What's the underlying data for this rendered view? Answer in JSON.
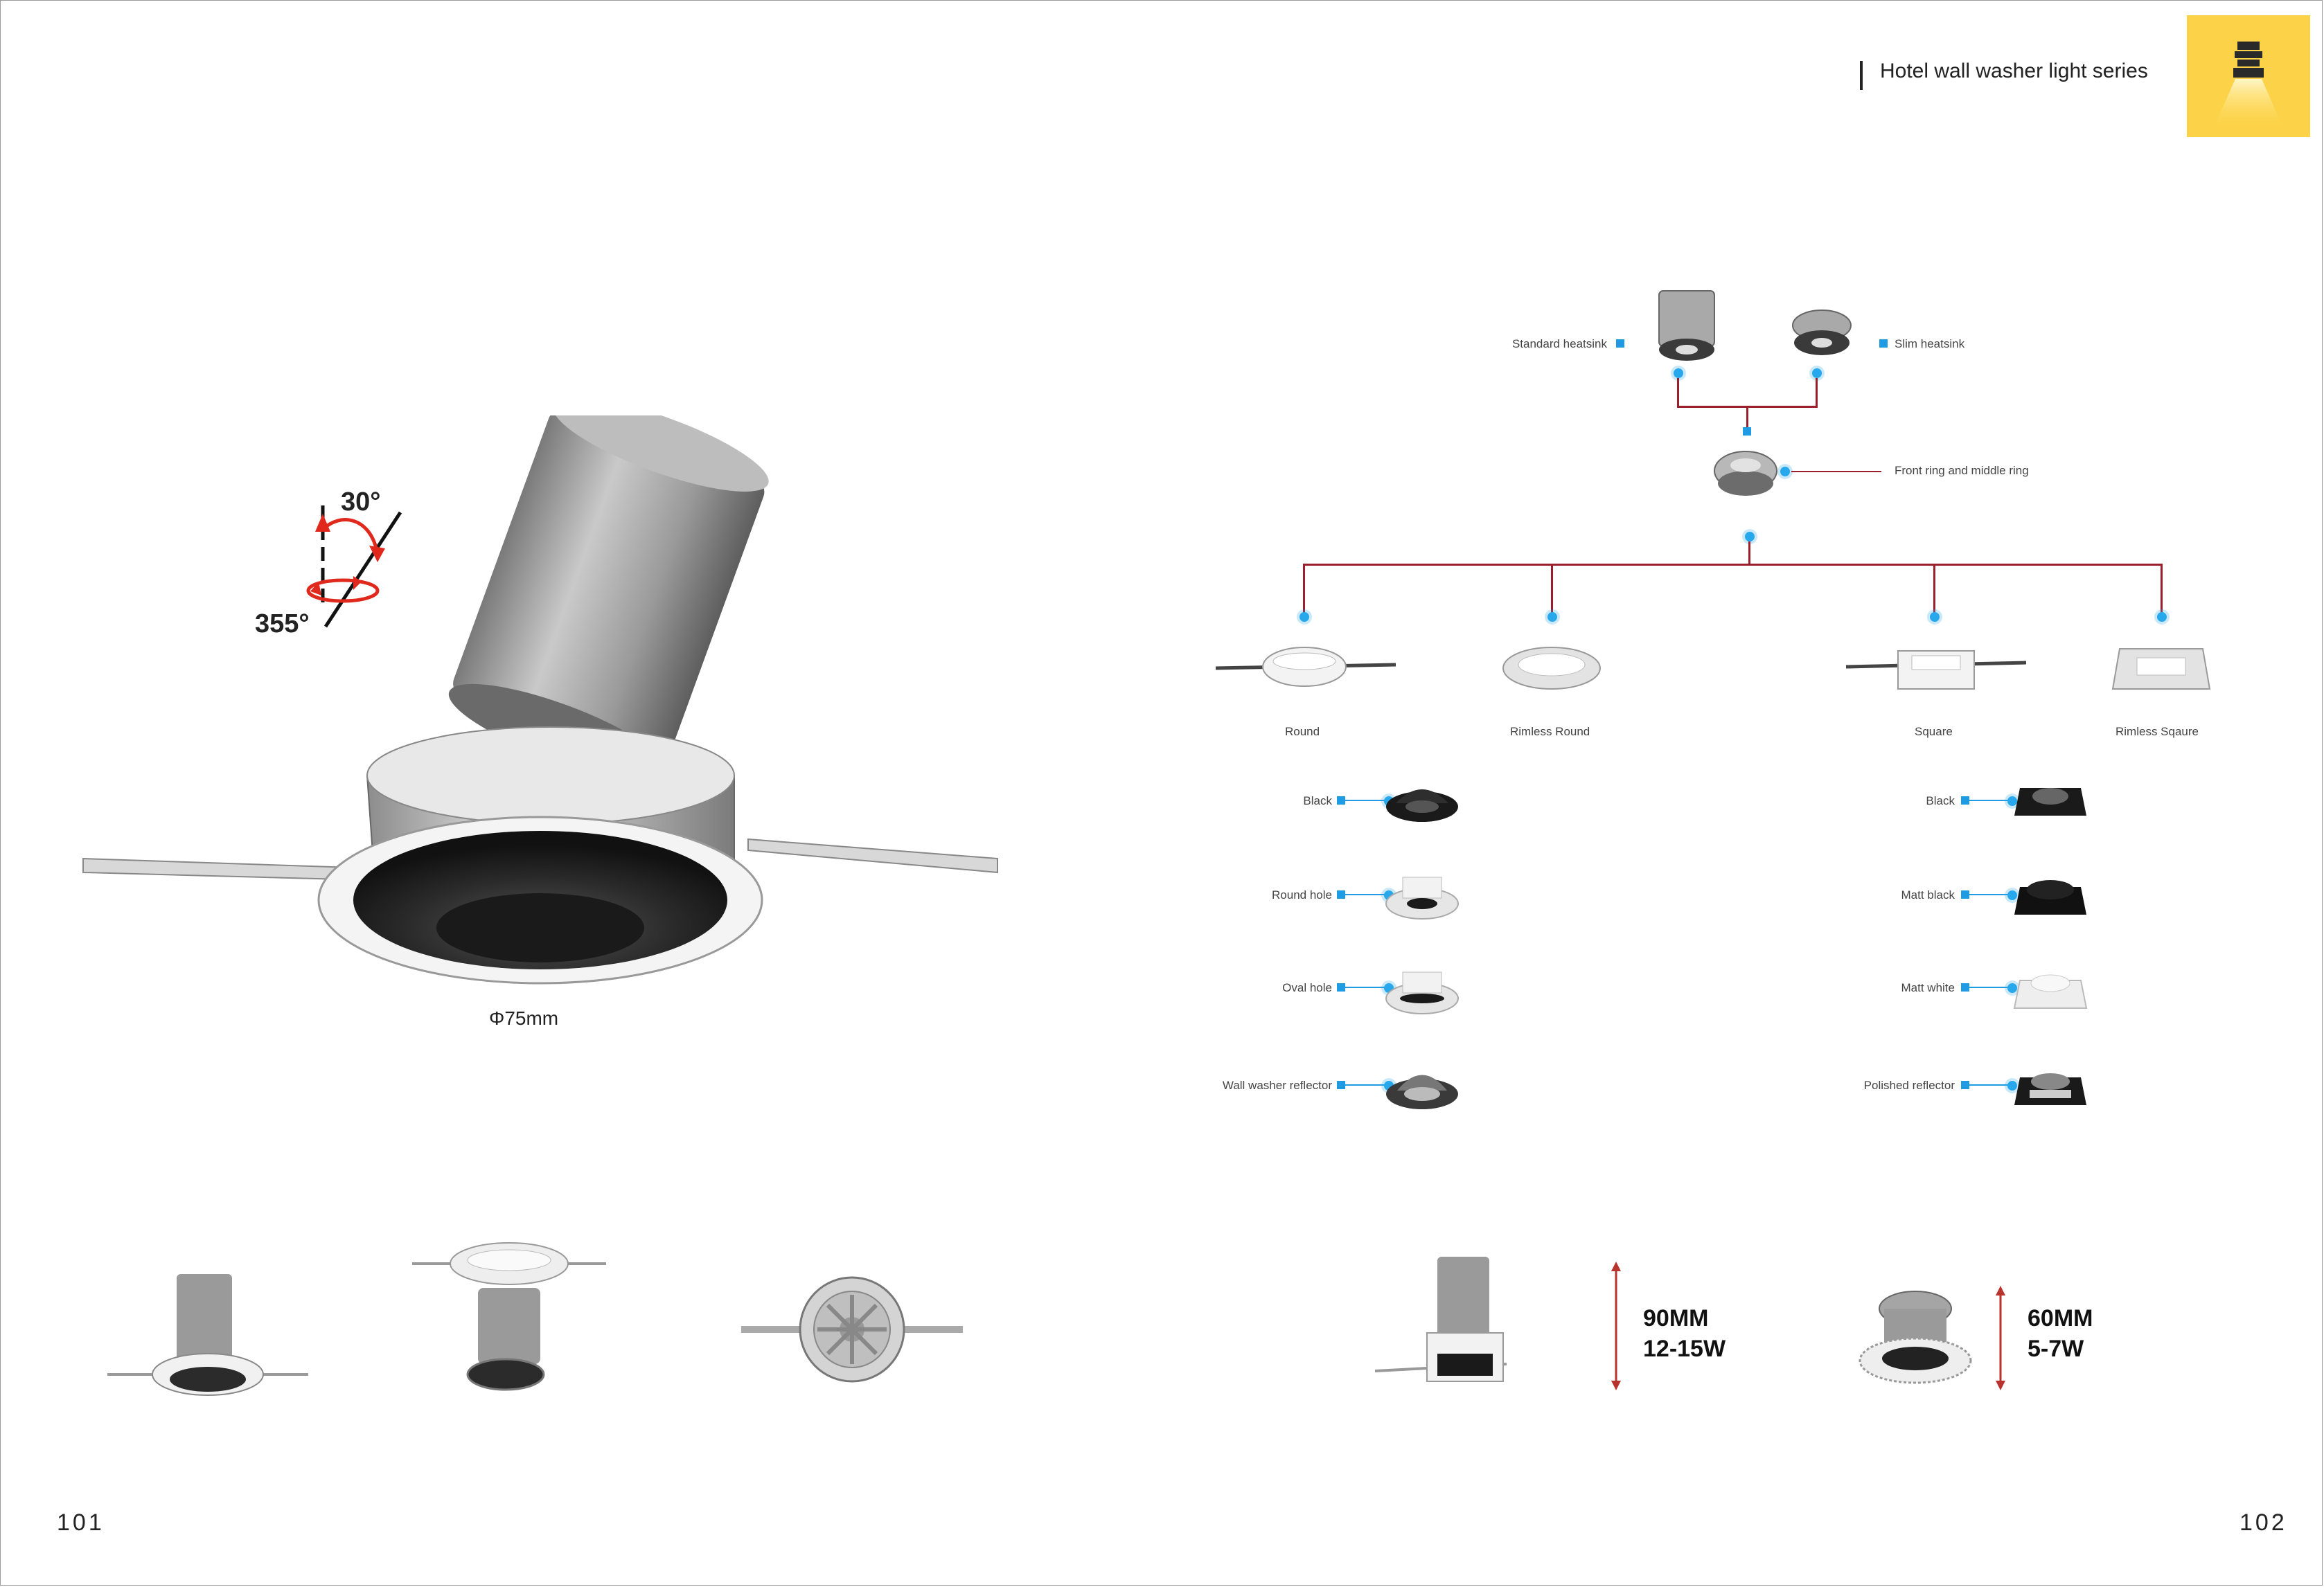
{
  "header": {
    "series_title": "Hotel wall washer light series"
  },
  "left_page": {
    "angles": {
      "tilt": "30°",
      "rotate": "355°"
    },
    "diameter": "Φ75mm",
    "page_number": "101"
  },
  "right_page": {
    "heatsinks": {
      "standard": "Standard  heatsink",
      "slim": "Slim  heatsink"
    },
    "ring": "Front ring and middle ring",
    "trims": [
      "Round",
      "Rimless Round",
      "Square",
      "Rimless Sqaure"
    ],
    "round_reflectors": [
      "Black",
      "Round hole",
      "Oval hole",
      "Wall washer reflector"
    ],
    "square_reflectors": [
      "Black",
      "Matt black",
      "Matt white",
      "Polished reflector"
    ],
    "sizes": [
      {
        "height": "90MM",
        "power": "12-15W"
      },
      {
        "height": "60MM",
        "power": "5-7W"
      }
    ],
    "page_number": "102"
  },
  "colors": {
    "accent_yellow": "#fcd348",
    "connector_red": "#9a1f2b",
    "marker_blue": "#1e9be3",
    "arrow_red": "#e0281c"
  }
}
